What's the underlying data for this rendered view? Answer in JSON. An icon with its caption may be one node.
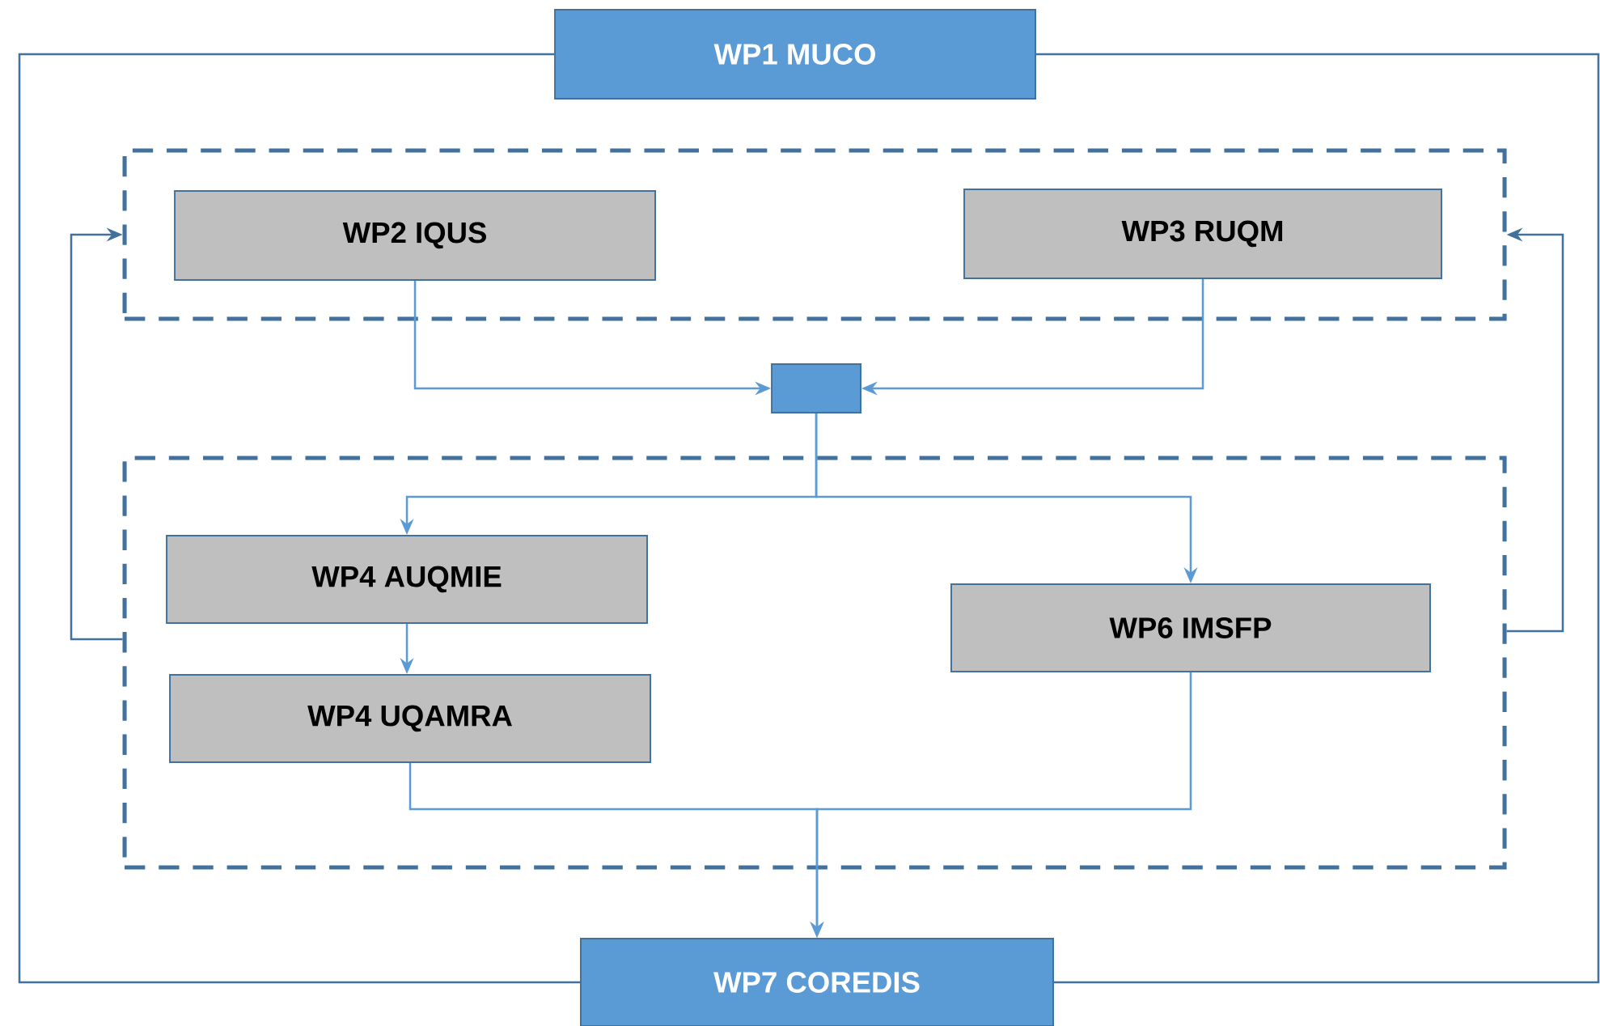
{
  "diagram": {
    "nodes": [
      {
        "text": [
          "WP1 MUCO"
        ]
      },
      {
        "text": [],
        "shape": "box"
      },
      {
        "text": [
          "WP2 IQUS"
        ],
        "in": 1
      },
      {
        "text": [
          "WP3 RUQM"
        ],
        "in": 1
      },
      {
        "text": [],
        "shape": "box"
      },
      {
        "text": [],
        "shape": "box"
      },
      {
        "text": [
          "WP4 AUQMIE"
        ],
        "in": 5
      },
      {
        "text": [
          "WP4 UQAMRA"
        ],
        "in": 5
      },
      {
        "text": [
          "WP6 IMSFP"
        ],
        "in": 5
      },
      {
        "text": [
          "WP7 COREDIS"
        ]
      }
    ],
    "edges": [
      {
        "from": 0,
        "to": 9,
        "arrow": "none",
        "color": "#41719c"
      },
      {
        "from": 0,
        "to": 9,
        "arrow": "none",
        "color": "#41719c"
      },
      {
        "from": 2,
        "to": 4,
        "arrow": "to"
      },
      {
        "from": 3,
        "to": 4,
        "arrow": "to"
      },
      {
        "from": 4,
        "to": 6,
        "arrow": "to"
      },
      {
        "from": 4,
        "to": 8,
        "arrow": "to"
      },
      {
        "from": 6,
        "to": 7,
        "arrow": "to"
      },
      {
        "from": 7,
        "to": 9,
        "arrow": "to"
      },
      {
        "from": 8,
        "to": 9,
        "arrow": "to"
      },
      {
        "from": 5,
        "to": 1,
        "arrow": "to",
        "color": "#41719c"
      },
      {
        "from": 5,
        "to": 1,
        "arrow": "to",
        "color": "#41719c"
      }
    ]
  }
}
